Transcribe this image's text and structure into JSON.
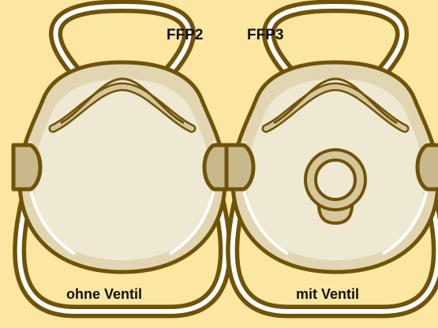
{
  "masks": [
    {
      "type_label": "FFP2",
      "caption": "ohne Ventil",
      "has_valve": false
    },
    {
      "type_label": "FFP3",
      "caption": "mit Ventil",
      "has_valve": true
    }
  ],
  "colors": {
    "background": "#fbe6a2",
    "outline": "#6e5308",
    "mask_body": "#e2d6b2",
    "mask_inner": "#efe8d2",
    "ear_loop_fill": "#ffffff",
    "side_clip": "#c9b88c",
    "valve": "#d6c69a",
    "label_text": "#111111"
  }
}
